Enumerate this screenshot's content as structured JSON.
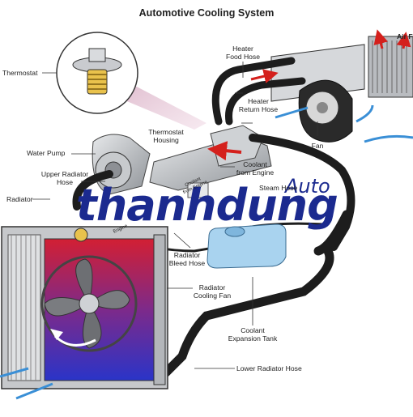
{
  "diagram": {
    "title": "Automotive Cooling System",
    "labels": {
      "thermostat": "Thermostat",
      "heater_food_hose": "Heater\nFood Hose",
      "air_flow": "Air F",
      "heater_return_hose": "Heater\nReturn Hose",
      "fan": "Fan",
      "thermostat_housing": "Thermostat\nHousing",
      "water_pump": "Water Pump",
      "coolant_from_engine": "Coolant\nfrom Engine",
      "upper_radiator_hose": "Upper Radiator\nHose",
      "steam_hose": "Steam Hose",
      "radiator": "Radiator",
      "radiator_bleed_hose": "Radiator\nBleed Hose",
      "radiator_cooling_fan": "Radiator\nCooling Fan",
      "coolant_expansion_tank": "Coolant\nExpansion Tank",
      "lower_radiator_hose": "Lower Radiator Hose",
      "small_coolant_from_engine": "Coolant\nfrom Engine",
      "small_engine": "Engine"
    },
    "watermark": {
      "main": "thanhdung",
      "sub": "Auto",
      "reg": "®"
    },
    "colors": {
      "hose": "#1d1d1d",
      "arrow_red": "#d4201c",
      "arrow_blue": "#3a8fd6",
      "radiator_red": "#d21f33",
      "radiator_blue": "#2a34c8",
      "tank": "#a9d3ef",
      "metal": "#b9bcc0",
      "watermark": "#1b2a8f"
    }
  }
}
